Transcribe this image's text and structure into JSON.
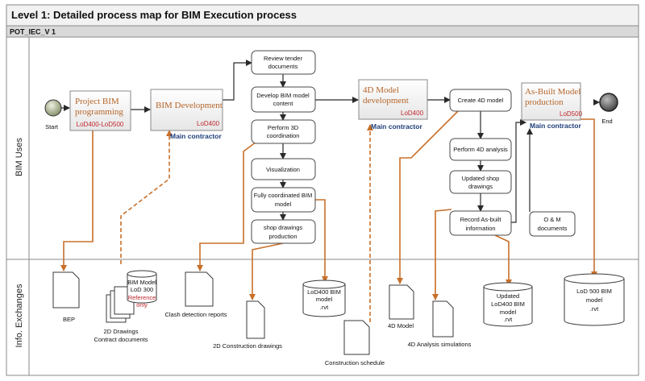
{
  "header": {
    "title": "Level 1: Detailed process map for BIM Execution process",
    "subtitle": "POT_IEC_V 1"
  },
  "lanes": {
    "bim_uses": "BIM Uses",
    "info_exchanges": "Info. Exchanges"
  },
  "events": {
    "start": "Start",
    "end": "End"
  },
  "processes": {
    "project_bim": {
      "line1": "Project BIM",
      "line2": "programming",
      "lod": "LoD400-LoD500"
    },
    "bim_dev": {
      "title": "BIM Development",
      "lod": "LoD400",
      "owner": "Main contractor"
    },
    "model4d": {
      "line1": "4D Model",
      "line2": "development",
      "lod": "LoD400",
      "owner": "Main contractor"
    },
    "asbuilt": {
      "line1": "As-Built Model",
      "line2": "production",
      "lod": "LoD500",
      "owner": "Main contractor"
    }
  },
  "tasks": {
    "review_1": "Review tender",
    "review_2": "documents",
    "develop_1": "Develop BIM model",
    "develop_2": "content",
    "perform3d_1": "Perform 3D",
    "perform3d_2": "coordination",
    "visualization": "Visualization",
    "fully_1": "Fully coordinated BIM",
    "fully_2": "model",
    "shop_1": "shop drawings",
    "shop_2": "production",
    "create4d": "Create 4D model",
    "perform4d": "Perform 4D analysis",
    "updshop_1": "Updated shop",
    "updshop_2": "drawings",
    "record_1": "Record As-built",
    "record_2": "information",
    "om_1": "O & M",
    "om_2": "documents"
  },
  "docs": {
    "bep": "BEP",
    "bim_lod300_1": "BIM Model",
    "bim_lod300_2": "LoD 300",
    "bim_lod300_3": "Reference",
    "bim_lod300_4": "only",
    "drawings_1": "2D Drawings",
    "drawings_2": "Contract documents",
    "clash": "Clash detection reports",
    "construction2d": "2D Construction drawings",
    "lod400_1": "LoD400 BIM",
    "lod400_2": "model",
    "lod400_3": ".rvt",
    "schedule": "Construction schedule",
    "model4d": "4D Model",
    "sims": "4D Analysis simulations",
    "updated_1": "Updated",
    "updated_2": "LoD400 BIM",
    "updated_3": "model",
    "updated_4": ".rvt",
    "lod500_1": "LoD 500 BIM",
    "lod500_2": "model",
    "lod500_3": ".rvt"
  },
  "colors": {
    "orange": "#c8702a",
    "dark": "#2a2a2a",
    "lod_red": "#c0272d",
    "contractor_blue": "#1f3e7a"
  }
}
